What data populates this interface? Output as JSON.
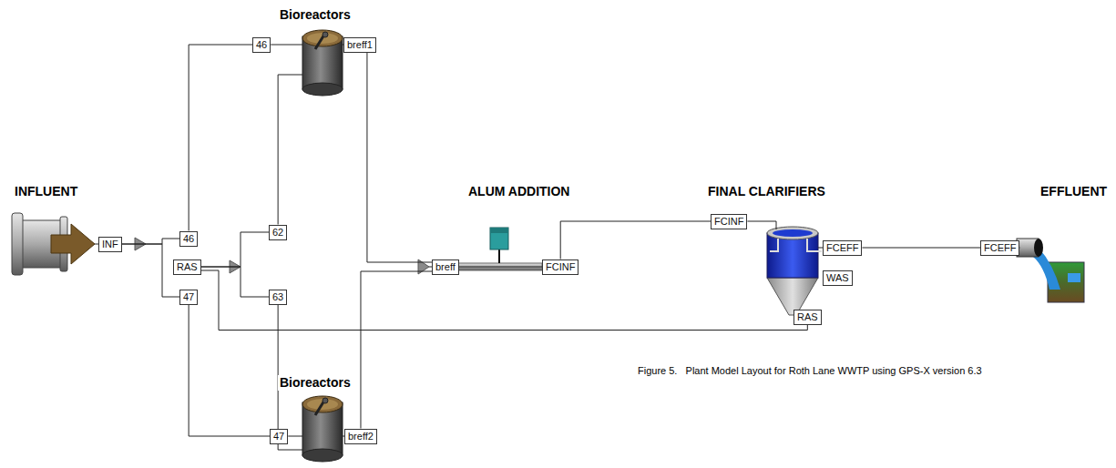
{
  "diagram": {
    "caption": "Figure 5.   Plant Model Layout for Roth Lane WWTP using GPS-X version 6.3",
    "nodes": [
      {
        "text": [
          "INF"
        ]
      },
      {
        "text": [
          "46"
        ]
      },
      {
        "text": [
          "breff1"
        ]
      },
      {
        "text": [
          "46"
        ]
      },
      {
        "text": [
          "RAS"
        ]
      },
      {
        "text": [
          "47"
        ]
      },
      {
        "text": [
          "62"
        ]
      },
      {
        "text": [
          "63"
        ]
      },
      {
        "text": [
          "47"
        ]
      },
      {
        "text": [
          "breff2"
        ]
      },
      {
        "text": [
          "breff"
        ]
      },
      {
        "text": [
          "FCINF"
        ]
      },
      {
        "text": [
          "FCINF"
        ]
      },
      {
        "text": [
          "FCEFF"
        ]
      },
      {
        "text": [
          "WAS"
        ]
      },
      {
        "text": [
          "RAS"
        ]
      },
      {
        "text": [
          "FCEFF"
        ]
      }
    ],
    "edges": [
      {
        "from": 0,
        "to": 3,
        "arrow": "none"
      },
      {
        "from": 0,
        "to": 5,
        "arrow": "none"
      },
      {
        "from": 3,
        "to": 1,
        "arrow": "none"
      },
      {
        "from": 5,
        "to": 8,
        "arrow": "none"
      },
      {
        "from": 4,
        "to": 6,
        "arrow": "none"
      },
      {
        "from": 4,
        "to": 7,
        "arrow": "none"
      },
      {
        "from": 2,
        "to": 10,
        "arrow": "none"
      },
      {
        "from": 9,
        "to": 10,
        "arrow": "none"
      },
      {
        "from": 10,
        "to": 11,
        "arrow": "none"
      },
      {
        "from": 11,
        "to": 12,
        "arrow": "none"
      },
      {
        "from": 13,
        "to": 16,
        "arrow": "none"
      },
      {
        "from": 15,
        "to": 4,
        "arrow": "none"
      }
    ],
    "labels": [
      "Bioreactors",
      "INFLUENT",
      "ALUM ADDITION",
      "FINAL CLARIFIERS",
      "EFFLUENT",
      "Bioreactors"
    ]
  }
}
